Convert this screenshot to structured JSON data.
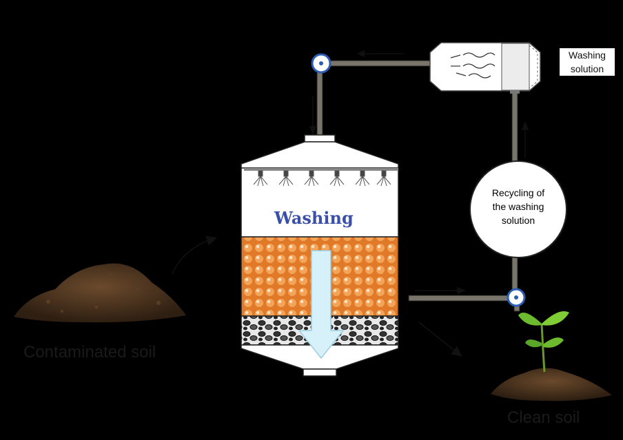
{
  "labels": {
    "contaminated_soil": "Contaminated soil",
    "clean_soil": "Clean soil",
    "washing": "Washing",
    "washing_solution": [
      "Washing",
      "solution"
    ],
    "recycling": [
      "Recycling of",
      "the washing",
      "solution"
    ]
  },
  "colors": {
    "pipe": "#6f6a60",
    "valve": "#2b5db3",
    "orange_soil": "#e8883a",
    "arrow_fill": "#d6f1fa",
    "leaf": "#6cbb2e",
    "soil": "#3b2a1a"
  }
}
